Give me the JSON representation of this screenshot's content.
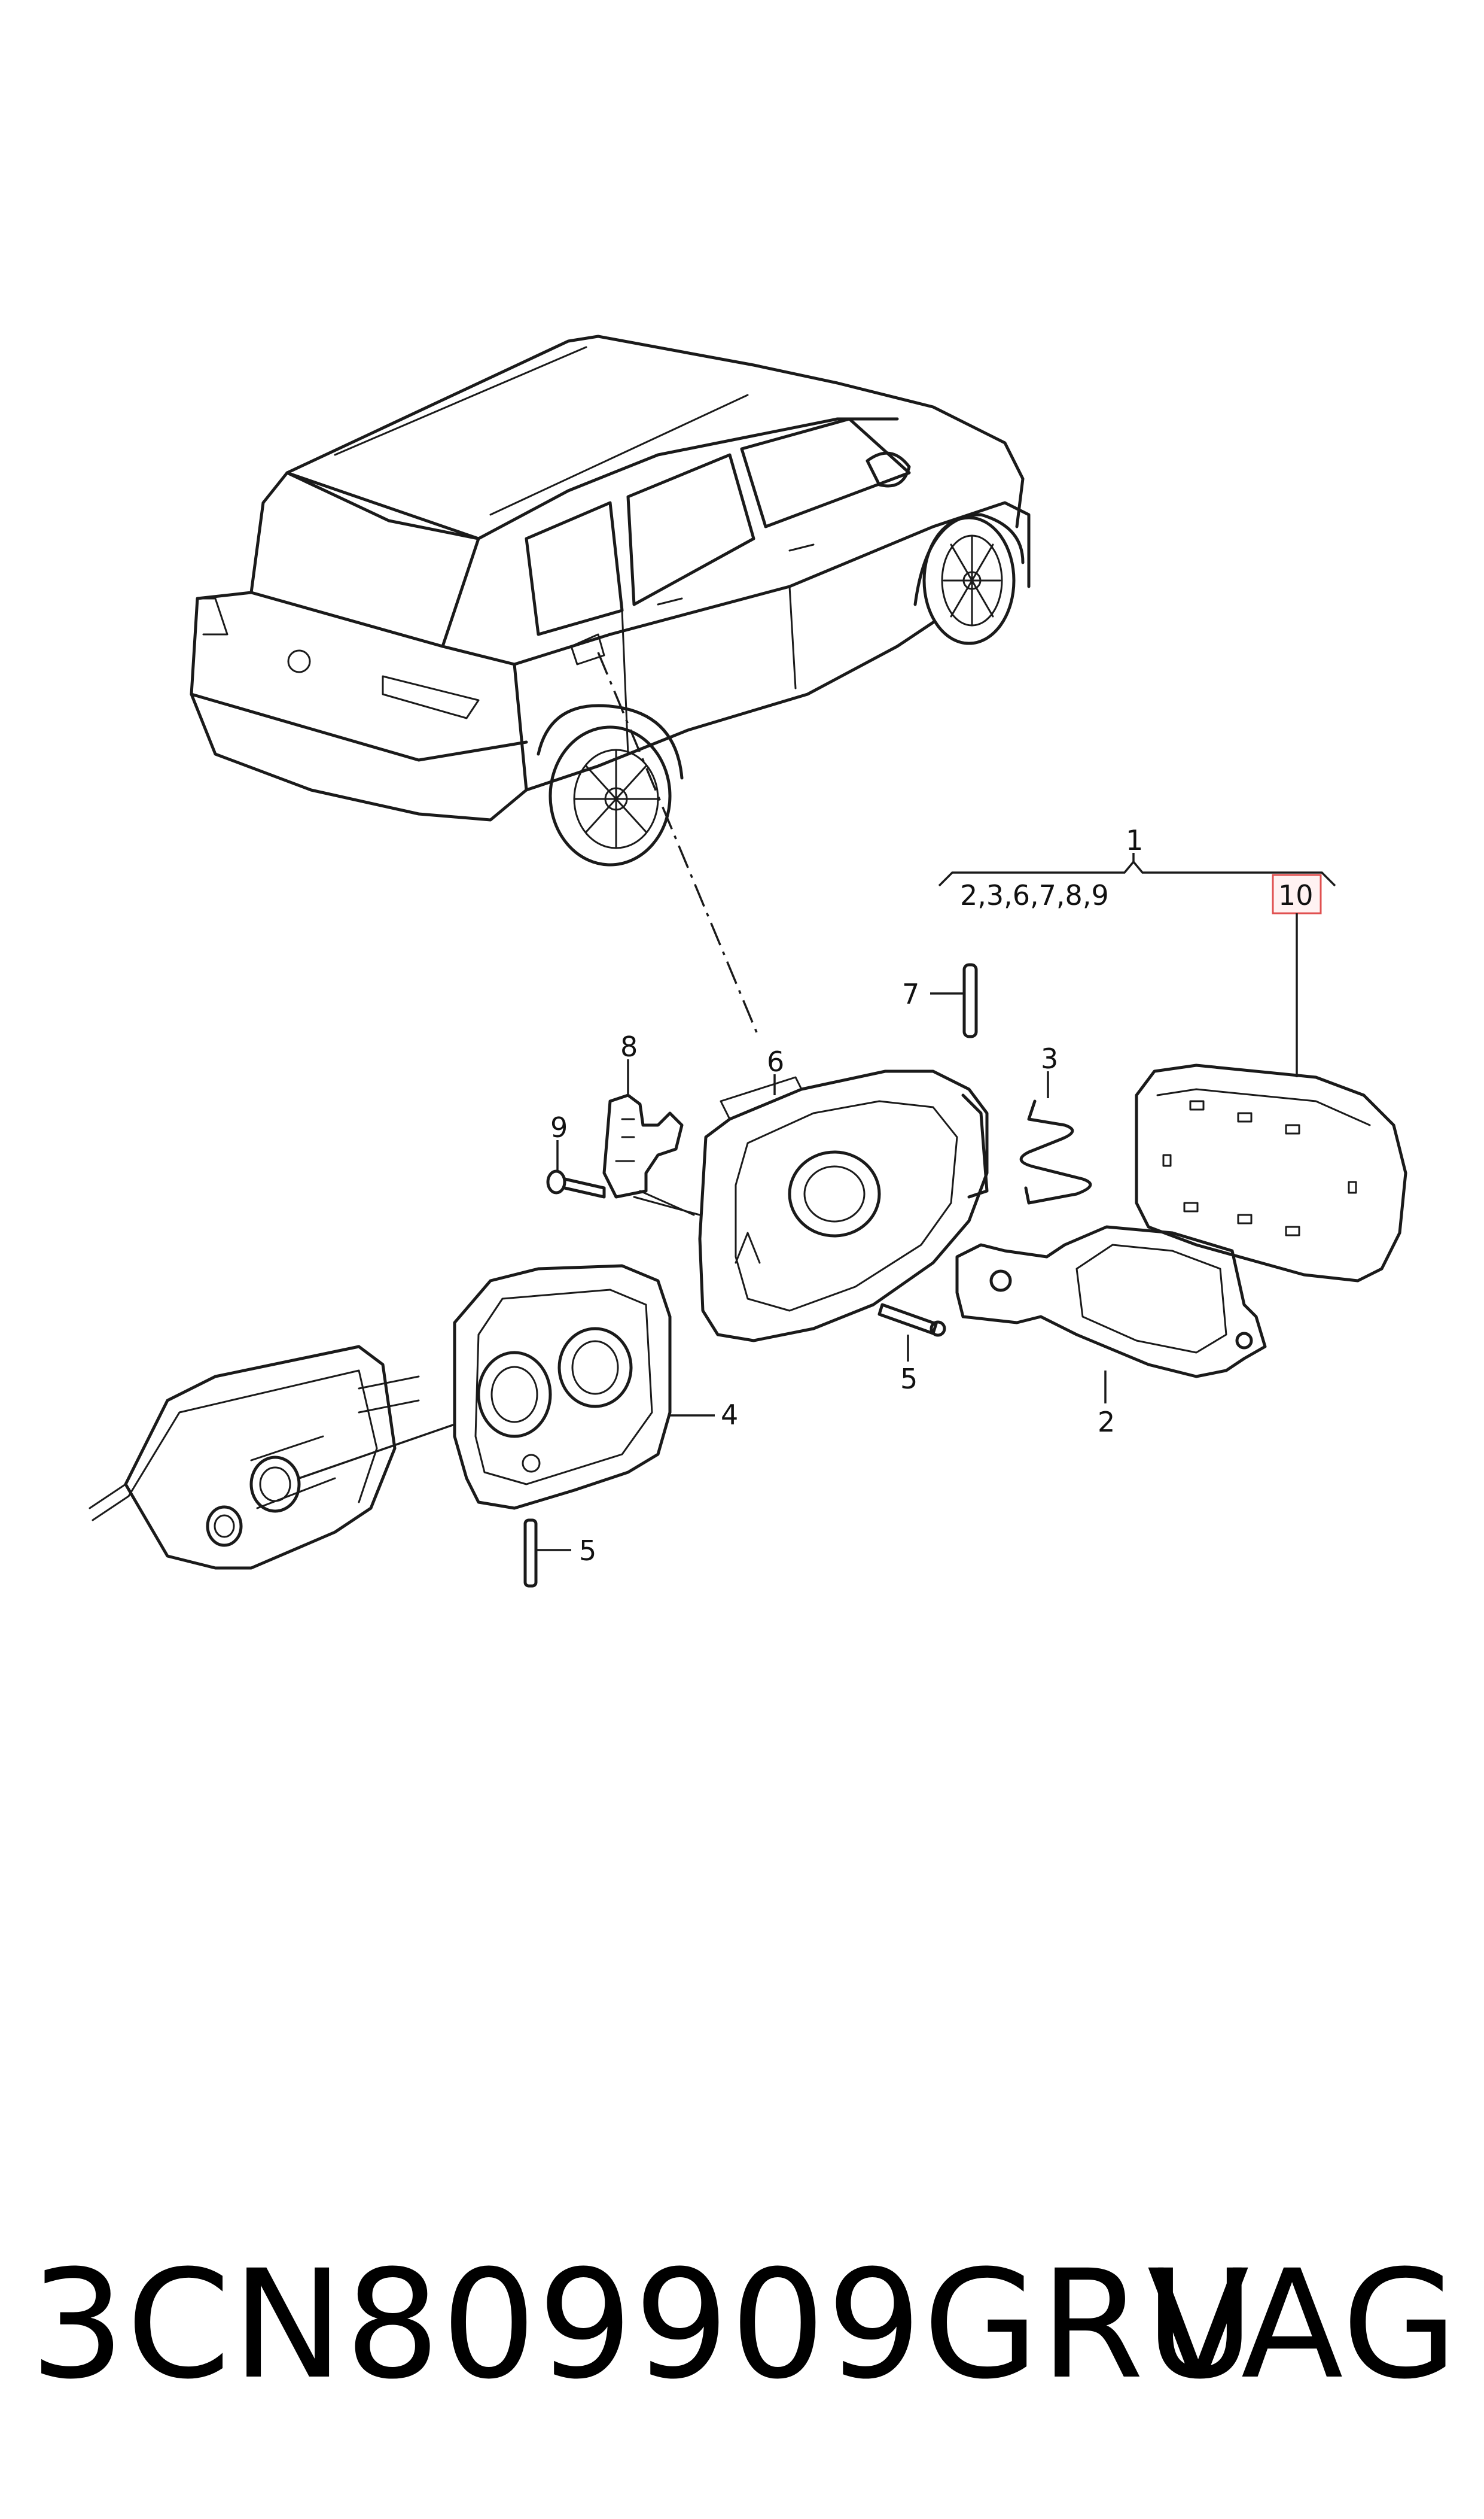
{
  "callouts": {
    "c1": "1",
    "c1_sub": "2,3,6,7,8,9",
    "c10": "10",
    "c2": "2",
    "c3": "3",
    "c4": "4",
    "c5a": "5",
    "c5b": "5",
    "c6": "6",
    "c7": "7",
    "c8": "8",
    "c9": "9"
  },
  "footer": {
    "part_number": "3CN809909GRU",
    "brand": "VAG"
  },
  "colors": {
    "highlight_box": "#e05050",
    "line": "#1a1a1a"
  }
}
